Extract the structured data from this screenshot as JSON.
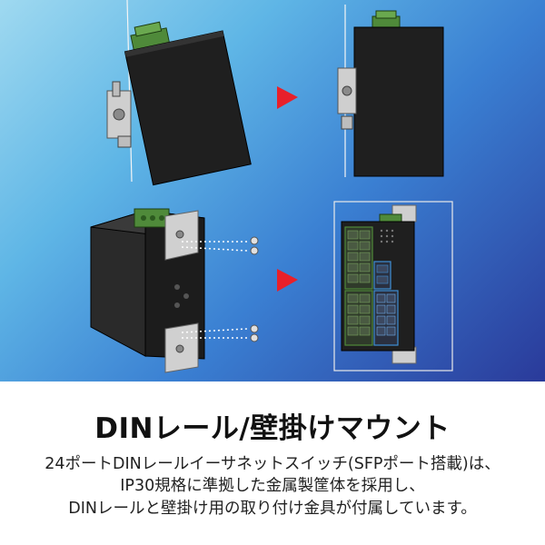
{
  "caption": {
    "title": "DINレール/壁掛けマウント",
    "lines": [
      "24ポートDINレールイーサネットスイッチ(SFPポート搭載)は、",
      "IP30規格に準拠した金属製筐体を採用し、",
      "DINレールと壁掛け用の取り付け金具が付属しています。"
    ]
  },
  "colors": {
    "arrow": "#e8202a",
    "device_body": "#1f1f1f",
    "terminal_block": "#4f8a3a",
    "port_blue": "#3f8fd6",
    "bracket": "#c9c9c9"
  },
  "icons": [
    "arrow-right-icon",
    "arrow-right-icon"
  ]
}
